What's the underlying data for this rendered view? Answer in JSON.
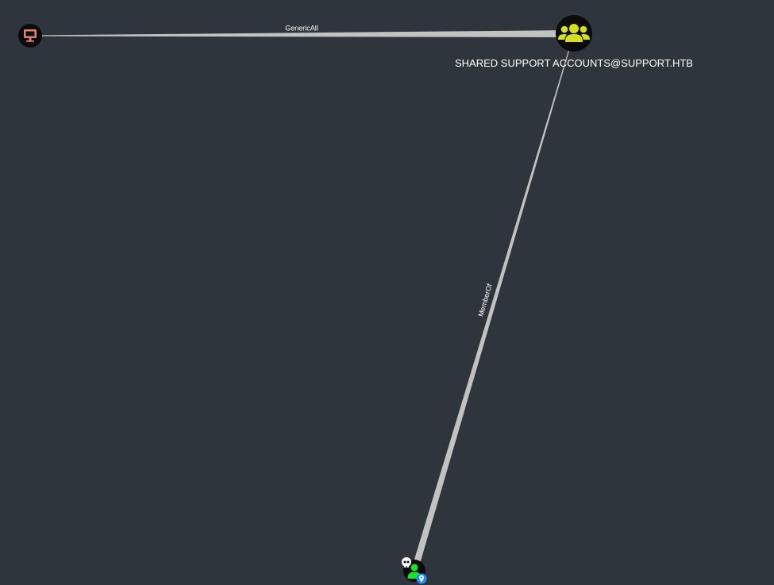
{
  "graph": {
    "background_color": "#2f353c",
    "edge_color": "#c2c2c2",
    "edges": [
      {
        "label": "GenericAll",
        "from": "computer",
        "to": "group"
      },
      {
        "label": "MemberOf",
        "from": "user",
        "to": "group"
      }
    ],
    "nodes": {
      "group": {
        "label": "SHARED SUPPORT ACCOUNTS@SUPPORT.HTB",
        "icon": "users-icon",
        "icon_color": "#d7e01c"
      },
      "computer": {
        "label": "",
        "icon": "desktop-icon",
        "icon_color": "#e9806f"
      },
      "user": {
        "label": "",
        "icon": "user-icon",
        "icon_color": "#17e625",
        "badges": [
          "skull-icon",
          "location-pin-icon"
        ]
      }
    }
  }
}
